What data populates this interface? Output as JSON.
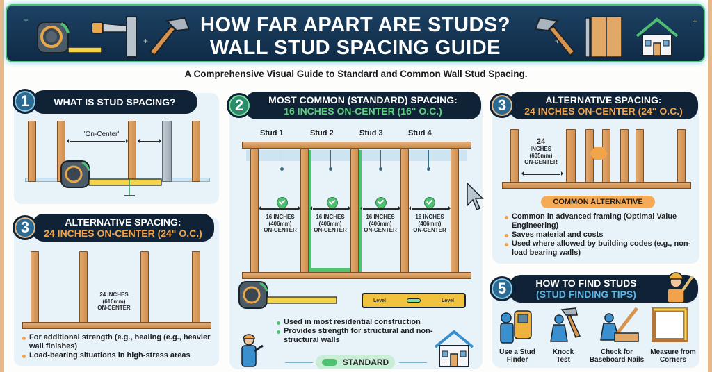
{
  "header": {
    "title_line1": "HOW FAR APART ARE STUDS?",
    "title_line2": "WALL STUD SPACING GUIDE",
    "subtitle": "A Comprehensive Visual Guide to Standard and Common Wall Stud Spacing.",
    "icons": [
      "tape-measure-icon",
      "saw-icon",
      "metal-stud-icon",
      "hammer-icon",
      "hammer-icon",
      "wood-panels-icon",
      "house-icon"
    ]
  },
  "colors": {
    "header_bg": "#0f2b47",
    "header_border": "#4fbf74",
    "panel_bg": "#e7f2f9",
    "title_bar": "#0f2236",
    "accent_green": "#5bd27e",
    "accent_orange": "#f2a44a",
    "wood": "#d99a5c"
  },
  "section1": {
    "number": "1",
    "title": "WHAT IS STUD SPACING?",
    "on_center_label": "'On-Center'"
  },
  "section2": {
    "number": "2",
    "title_line1": "MOST COMMON (STANDARD) SPACING:",
    "title_line2": "16 INCHES ON-CENTER (16\" O.C.)",
    "stud_labels": [
      "Stud 1",
      "Stud 2",
      "Stud 3",
      "Stud 4"
    ],
    "bay_labels": [
      {
        "l1": "16 INCHES",
        "l2": "(406mm)",
        "l3": "ON-CENTER"
      },
      {
        "l1": "16 INCHES",
        "l2": "(406mm)",
        "l3": "ON-CENTER"
      },
      {
        "l1": "16 INCHES",
        "l2": "(406mm)",
        "l3": "ON-CENTER"
      },
      {
        "l1": "16 INCHES",
        "l2": "(406mm)",
        "l3": "ON-CENTER"
      }
    ],
    "level_labels": [
      "Level",
      "Level"
    ],
    "bullets": [
      "Used in most residential construction",
      "Provides strength for structural and non-structural walls"
    ],
    "tag": "STANDARD"
  },
  "section3_left": {
    "number": "3",
    "title_line1": "ALTERNATIVE SPACING:",
    "title_line2": "24 INCHES ON-CENTER (24\" O.C.)",
    "dim_l1": "24 INCHES",
    "dim_l2": "(610mm)",
    "dim_l3": "ON-CENTER",
    "bullets": [
      "For additional strength (e.g., heaiing (e.g., heavier wall finishes)",
      "Load-bearing situations in high-stress areas"
    ]
  },
  "section3_right": {
    "number": "3",
    "title_line1": "ALTERNATIVE SPACING:",
    "title_line2": "24 INCHES ON-CENTER (24\" O.C.)",
    "dim_l1": "24",
    "dim_l2": "INCHES",
    "dim_l3": "(605mm)",
    "dim_l4": "ON-CENTER",
    "tag": "COMMON ALTERNATIVE",
    "bullets": [
      "Common in advanced framing (Optimal Value Engineering)",
      "Saves material and costs",
      "Used where allowed by building codes (e.g., non-load bearing walls)"
    ]
  },
  "section5": {
    "number": "5",
    "title_line1": "HOW TO FIND STUDS",
    "title_line2": "(STUD FINDING TIPS)",
    "tips": [
      {
        "l1": "Use a Stud",
        "l2": "Finder",
        "icon": "stud-finder-icon"
      },
      {
        "l1": "Knock",
        "l2": "Test",
        "icon": "knock-hammer-icon"
      },
      {
        "l1": "Check for",
        "l2": "Baseboard Nails",
        "icon": "baseboard-icon"
      },
      {
        "l1": "Measure from",
        "l2": "Corners",
        "icon": "corner-measure-icon"
      }
    ]
  }
}
